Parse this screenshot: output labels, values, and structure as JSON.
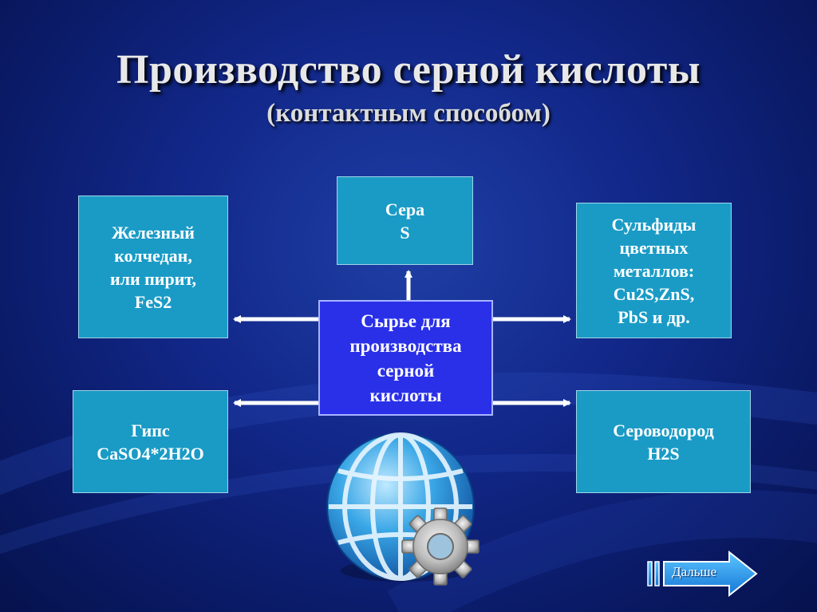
{
  "slide": {
    "title": "Производство серной кислоты",
    "subtitle": "(контактным способом)"
  },
  "diagram": {
    "center": {
      "lines": [
        "Сырье для",
        "производства",
        "серной",
        "кислоты"
      ]
    },
    "nodes": {
      "sulfur": {
        "lines": [
          "Сера",
          "S"
        ]
      },
      "pyrite": {
        "lines": [
          "Железный",
          "колчедан,",
          "или пирит,",
          "FeS2"
        ]
      },
      "sulfides": {
        "lines": [
          "Сульфиды",
          "цветных",
          "металлов:",
          "Cu2S,ZnS,",
          "PbS и др."
        ]
      },
      "gypsum": {
        "lines": [
          "Гипс",
          "CaSO4*2H2O"
        ]
      },
      "hydrogen_sulfide": {
        "lines": [
          "Сероводород",
          "H2S"
        ]
      }
    }
  },
  "nav": {
    "next_label": "Дальше"
  },
  "icons": {
    "globe": "globe-gear-icon",
    "next": "arrow-right-icon"
  },
  "colors": {
    "background": "#12288a",
    "node_fill": "#1a9bc6",
    "center_fill": "#2a30e8",
    "arrow": "#ffffff",
    "title_text": "#e8e8e8"
  }
}
